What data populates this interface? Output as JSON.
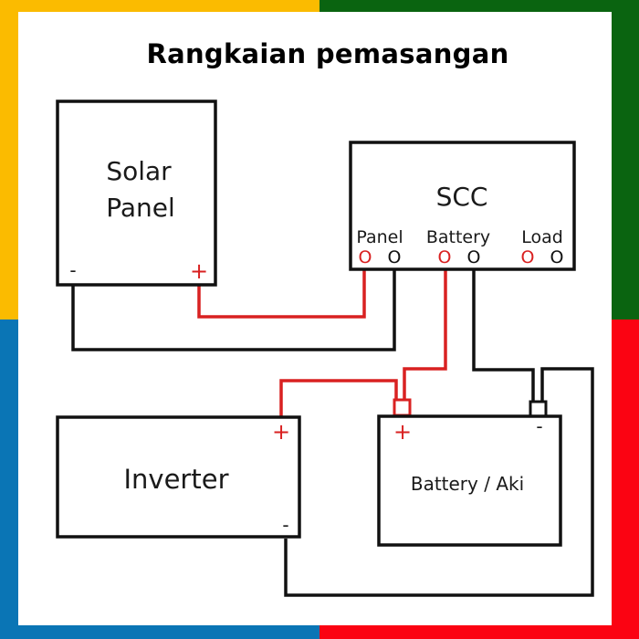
{
  "title": "Rangkaian pemasangan",
  "frame_colors": {
    "top_left": "#fbbb00",
    "top_right": "#0a6410",
    "bottom_left": "#0a75b5",
    "bottom_right": "#fb0312"
  },
  "wire_colors": {
    "positive": "#d92121",
    "negative": "#111111"
  },
  "components": {
    "solar_panel": {
      "label_line1": "Solar",
      "label_line2": "Panel",
      "minus": "-",
      "plus": "+"
    },
    "scc": {
      "label": "SCC",
      "ports": [
        {
          "label": "Panel",
          "pos": "O",
          "neg": "O"
        },
        {
          "label": "Battery",
          "pos": "O",
          "neg": "O"
        },
        {
          "label": "Load",
          "pos": "O",
          "neg": "O"
        }
      ]
    },
    "inverter": {
      "label": "Inverter",
      "plus": "+",
      "minus": "-"
    },
    "battery": {
      "label": "Battery / Aki",
      "plus": "+",
      "minus": "-"
    }
  }
}
